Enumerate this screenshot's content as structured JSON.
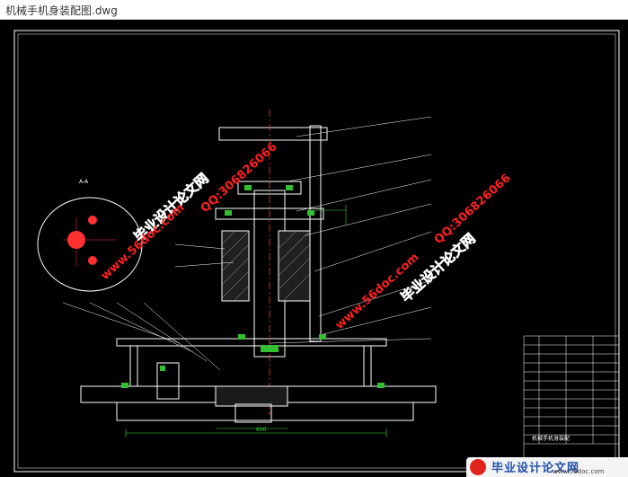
{
  "window": {
    "title": "机械手机身装配图.dwg"
  },
  "drawing": {
    "title_block_name": "机械手机身装配",
    "section_label": "A-A",
    "dim_bottom": "600",
    "colors": {
      "background": "#000000",
      "frame": "#ffffff",
      "centerline": "#ff3030",
      "dimension": "#30e030",
      "part": "#ffffff"
    }
  },
  "watermarks": [
    {
      "text": "毕业设计论文网"
    },
    {
      "text": "QQ:306826066"
    },
    {
      "text": "www.56doc.com"
    }
  ],
  "logo": {
    "text": "毕业设计论文网",
    "url": "www.56doc.com"
  }
}
